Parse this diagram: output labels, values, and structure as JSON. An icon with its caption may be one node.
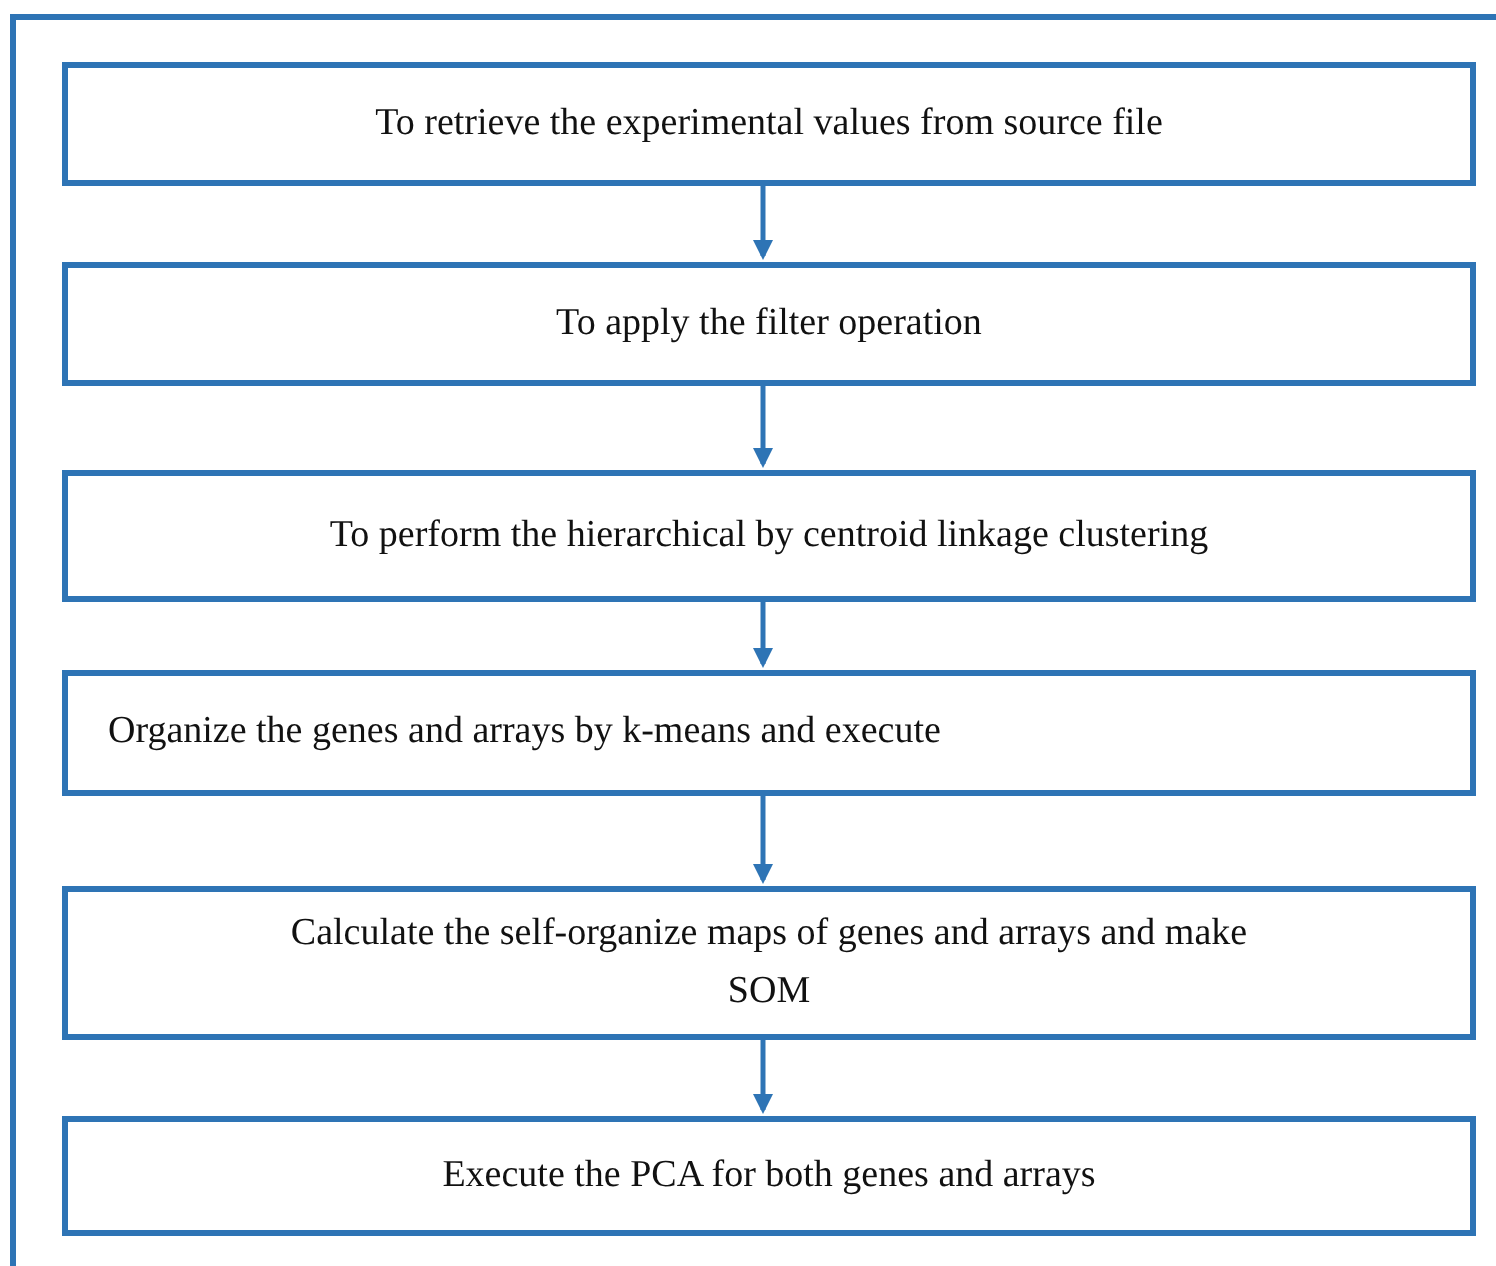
{
  "diagram": {
    "nodes": [
      {
        "text": [],
        "shape": "box"
      },
      {
        "text": [
          "To retrieve the experimental values from source file"
        ],
        "in": 0
      },
      {
        "text": [
          "To apply the filter operation"
        ],
        "in": 0
      },
      {
        "text": [
          "To perform the hierarchical by centroid linkage clustering"
        ],
        "in": 0
      },
      {
        "text": [
          "Organize the genes and arrays by k-means and execute"
        ],
        "in": 0
      },
      {
        "text": [
          "Calculate the self-organize maps of genes and arrays and make SOM"
        ],
        "in": 0
      },
      {
        "text": [
          "Execute the PCA for both genes and arrays"
        ],
        "in": 0
      }
    ],
    "edges": [
      {
        "from": 1,
        "to": 2,
        "arrow": "to"
      },
      {
        "from": 2,
        "to": 3,
        "arrow": "to"
      },
      {
        "from": 3,
        "to": 4,
        "arrow": "to"
      },
      {
        "from": 4,
        "to": 5,
        "arrow": "to"
      },
      {
        "from": 5,
        "to": 6,
        "arrow": "to"
      }
    ]
  }
}
